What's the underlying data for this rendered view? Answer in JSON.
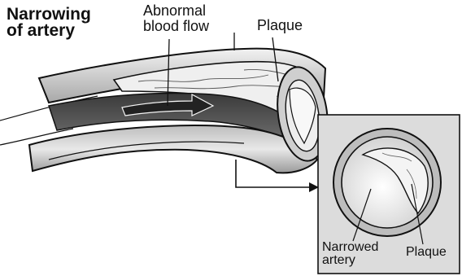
{
  "title": "Narrowing\nof artery",
  "labels": {
    "abnormal_blood_flow": "Abnormal\nblood flow",
    "plaque": "Plaque",
    "narrowed_artery": "Narrowed\nartery",
    "plaque_inset": "Plaque"
  },
  "colors": {
    "artery_wall": "#d6d6d6",
    "artery_wall_dark": "#8f8f8f",
    "lumen": "#5a5a5a",
    "plaque": "#ececec",
    "inset_bg": "#dcdcdc",
    "outline": "#111111"
  }
}
